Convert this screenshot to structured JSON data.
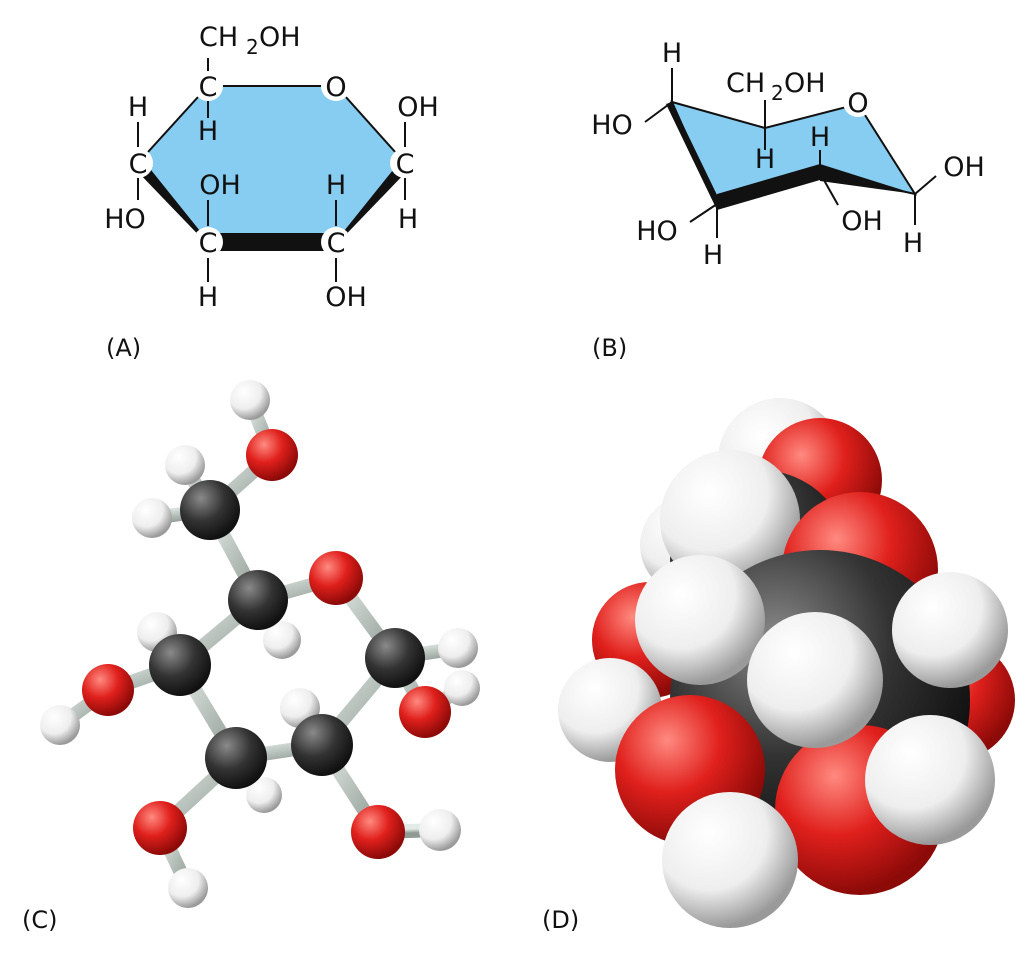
{
  "panels": {
    "a": {
      "caption": "(A)",
      "carbon": "C",
      "oxygen": "O",
      "ch2oh": {
        "ch": "CH",
        "sub": "2",
        "oh": "OH"
      },
      "h": "H",
      "oh": "OH",
      "ho": "HO"
    },
    "b": {
      "caption": "(B)",
      "oxygen": "O",
      "ch2oh": {
        "ch": "CH",
        "sub": "2",
        "oh": "OH"
      },
      "h": "H",
      "oh": "OH",
      "ho": "HO"
    },
    "c": {
      "caption": "(C)"
    },
    "d": {
      "caption": "(D)"
    }
  },
  "colors": {
    "ring_fill": "#87cdf2",
    "carbon": "#333333",
    "oxygen": "#e0201c",
    "hydrogen": "#f2f2f2",
    "bond": "#b8c4bd"
  }
}
